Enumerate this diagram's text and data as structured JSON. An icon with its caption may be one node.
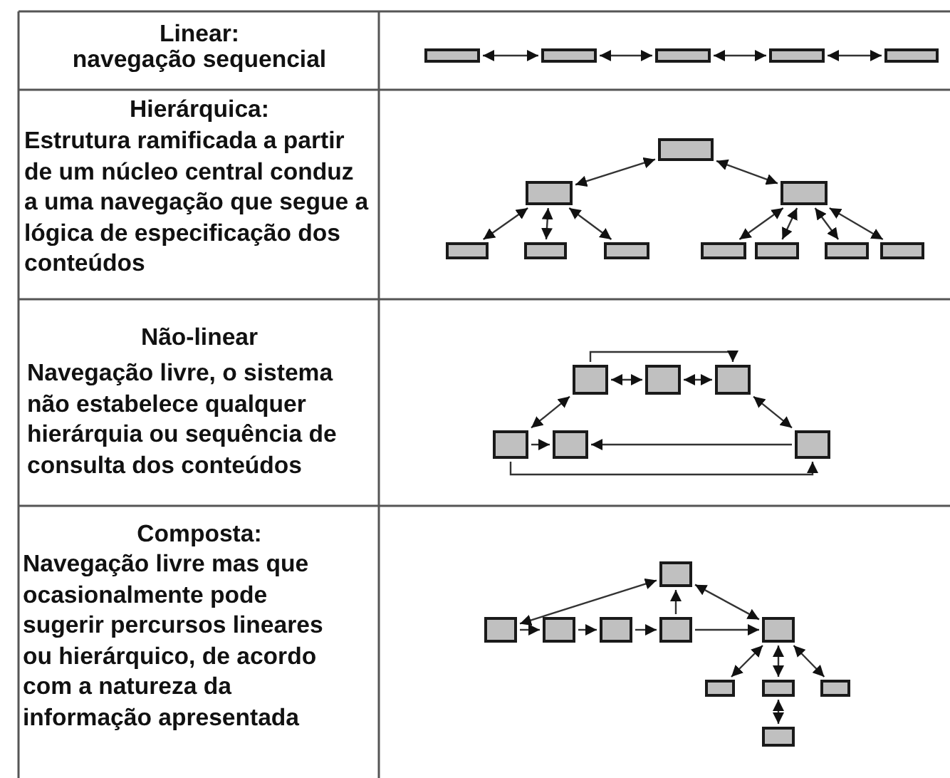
{
  "diagram": {
    "nodes": [
      {
        "text": [],
        "shape": "box"
      },
      {
        "text": [],
        "shape": "box"
      },
      {
        "text": [],
        "shape": "box"
      },
      {
        "text": [],
        "shape": "box"
      },
      {
        "text": [],
        "shape": "box"
      },
      {
        "text": [],
        "shape": "box"
      },
      {
        "text": [],
        "shape": "box"
      },
      {
        "text": [],
        "shape": "box"
      },
      {
        "text": [],
        "shape": "box"
      },
      {
        "text": [],
        "shape": "box"
      },
      {
        "text": [],
        "shape": "box"
      },
      {
        "text": [],
        "shape": "box"
      },
      {
        "text": [],
        "shape": "box"
      },
      {
        "text": [],
        "shape": "box"
      },
      {
        "text": [],
        "shape": "box"
      },
      {
        "text": [],
        "shape": "box"
      },
      {
        "text": [],
        "shape": "box"
      },
      {
        "text": [],
        "shape": "box"
      },
      {
        "text": [],
        "shape": "box"
      },
      {
        "text": [],
        "shape": "box"
      },
      {
        "text": [],
        "shape": "box"
      },
      {
        "text": [],
        "shape": "box"
      },
      {
        "text": [],
        "shape": "box"
      },
      {
        "text": [],
        "shape": "box"
      },
      {
        "text": [],
        "shape": "box"
      },
      {
        "text": [],
        "shape": "box"
      },
      {
        "text": [],
        "shape": "box"
      },
      {
        "text": [],
        "shape": "box"
      },
      {
        "text": [],
        "shape": "box"
      },
      {
        "text": [],
        "shape": "box"
      },
      {
        "text": [],
        "shape": "box"
      }
    ],
    "edges": [
      {
        "from": 0,
        "to": 1,
        "arrow": "both"
      },
      {
        "from": 1,
        "to": 2,
        "arrow": "both"
      },
      {
        "from": 2,
        "to": 3,
        "arrow": "both"
      },
      {
        "from": 3,
        "to": 4,
        "arrow": "both"
      },
      {
        "from": 5,
        "to": 6,
        "arrow": "both"
      },
      {
        "from": 5,
        "to": 7,
        "arrow": "both"
      },
      {
        "from": 6,
        "to": 8,
        "arrow": "both"
      },
      {
        "from": 6,
        "to": 9,
        "arrow": "both"
      },
      {
        "from": 6,
        "to": 10,
        "arrow": "both"
      },
      {
        "from": 7,
        "to": 11,
        "arrow": "both"
      },
      {
        "from": 7,
        "to": 12,
        "arrow": "both"
      },
      {
        "from": 7,
        "to": 13,
        "arrow": "both"
      },
      {
        "from": 7,
        "to": 14,
        "arrow": "both"
      },
      {
        "from": 15,
        "to": 16,
        "arrow": "both"
      },
      {
        "from": 16,
        "to": 17,
        "arrow": "both"
      },
      {
        "from": 15,
        "to": 17,
        "arrow": "to"
      },
      {
        "from": 18,
        "to": 15,
        "arrow": "both"
      },
      {
        "from": 17,
        "to": 20,
        "arrow": "both"
      },
      {
        "from": 18,
        "to": 19,
        "arrow": "to"
      },
      {
        "from": 20,
        "to": 19,
        "arrow": "to"
      },
      {
        "from": 18,
        "to": 20,
        "arrow": "to"
      },
      {
        "from": 22,
        "to": 23,
        "arrow": "to"
      },
      {
        "from": 23,
        "to": 24,
        "arrow": "to"
      },
      {
        "from": 24,
        "to": 25,
        "arrow": "to"
      },
      {
        "from": 25,
        "to": 21,
        "arrow": "to"
      },
      {
        "from": 25,
        "to": 26,
        "arrow": "to"
      },
      {
        "from": 21,
        "to": 22,
        "arrow": "both"
      },
      {
        "from": 21,
        "to": 26,
        "arrow": "both"
      },
      {
        "from": 26,
        "to": 27,
        "arrow": "both"
      },
      {
        "from": 26,
        "to": 28,
        "arrow": "both"
      },
      {
        "from": 26,
        "to": 29,
        "arrow": "both"
      },
      {
        "from": 28,
        "to": 30,
        "arrow": "both"
      }
    ],
    "labels": [
      "Linear:",
      "navegação sequencial",
      "Hierárquica:",
      "Estrutura ramificada a partir de um núcleo central conduz a uma navegação que segue a lógica de especificação dos conteúdos",
      "Não-linear",
      "Navegação livre, o sistema não estabelece qualquer hierárquia ou sequência de consulta dos conteúdos",
      "Composta:",
      "Navegação livre mas que ocasionalmente pode sugerir percursos lineares ou hierárquico, de acordo com a natureza da informação apresentada"
    ]
  }
}
